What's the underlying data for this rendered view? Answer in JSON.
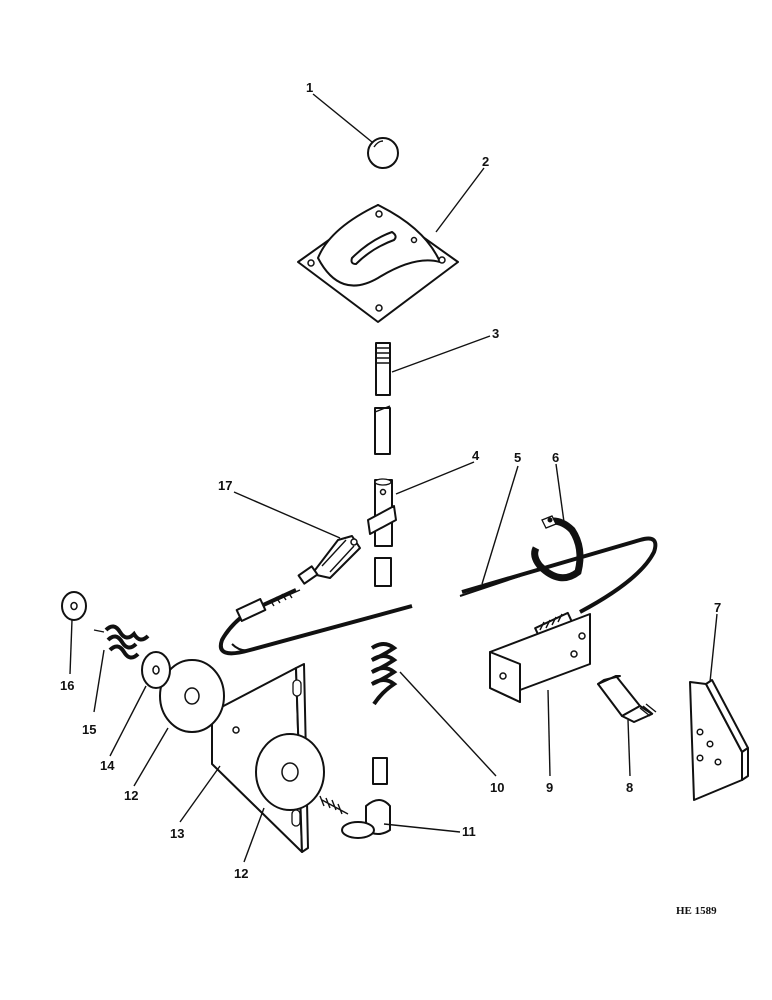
{
  "diagram": {
    "callouts": [
      {
        "id": "c1",
        "text": "1"
      },
      {
        "id": "c2",
        "text": "2"
      },
      {
        "id": "c3",
        "text": "3"
      },
      {
        "id": "c4",
        "text": "4"
      },
      {
        "id": "c5",
        "text": "5"
      },
      {
        "id": "c6",
        "text": "6"
      },
      {
        "id": "c7",
        "text": "7"
      },
      {
        "id": "c8",
        "text": "8"
      },
      {
        "id": "c9",
        "text": "9"
      },
      {
        "id": "c10",
        "text": "10"
      },
      {
        "id": "c11",
        "text": "11"
      },
      {
        "id": "c12a",
        "text": "12"
      },
      {
        "id": "c12b",
        "text": "12"
      },
      {
        "id": "c13",
        "text": "13"
      },
      {
        "id": "c14",
        "text": "14"
      },
      {
        "id": "c15",
        "text": "15"
      },
      {
        "id": "c16",
        "text": "16"
      },
      {
        "id": "c17",
        "text": "17"
      }
    ],
    "figure_code": "HE 1589"
  }
}
